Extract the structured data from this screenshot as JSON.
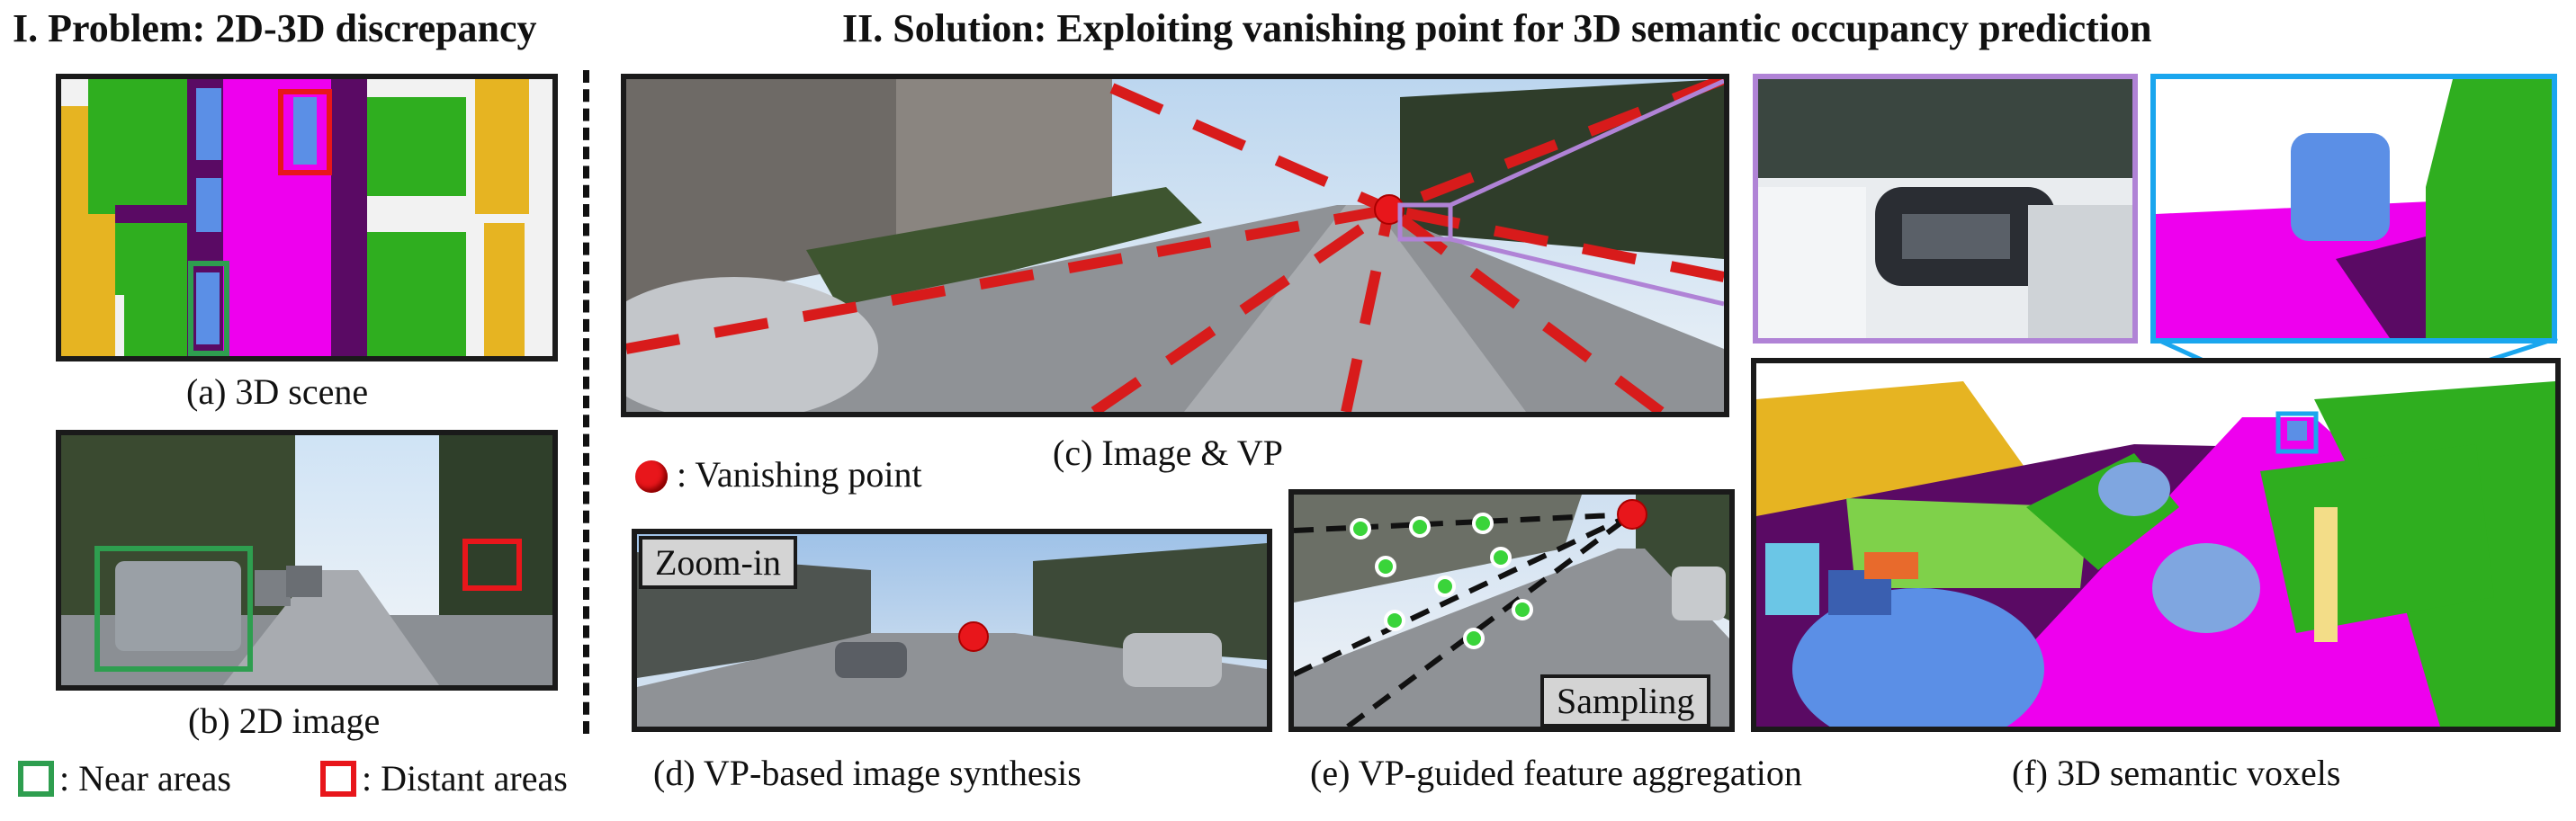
{
  "section1": {
    "title": "I. Problem: 2D-3D discrepancy"
  },
  "section2": {
    "title": "II. Solution: Exploiting vanishing point for 3D semantic occupancy prediction"
  },
  "captions": {
    "a": "(a) 3D scene",
    "b": "(b) 2D image",
    "c": "(c) Image & VP",
    "d": "(d) VP-based image synthesis",
    "e": "(e) VP-guided feature aggregation",
    "f": "(f) 3D semantic voxels"
  },
  "legend": {
    "near": ": Near areas",
    "distant": ": Distant areas",
    "vp": ": Vanishing point",
    "near_color": "#2e9e4f",
    "distant_color": "#e8161b",
    "vp_color": "#e8161b"
  },
  "tags": {
    "zoom": "Zoom-in",
    "sampling": "Sampling"
  },
  "colors": {
    "road": "#ee00ee",
    "vegetation": "#2fae1f",
    "building": "#e6b422",
    "car": "#5b8fe6",
    "sidewalk": "#5a0a64",
    "zoom_frame": "#b083d6",
    "voxel_frame": "#1aa6ee"
  }
}
